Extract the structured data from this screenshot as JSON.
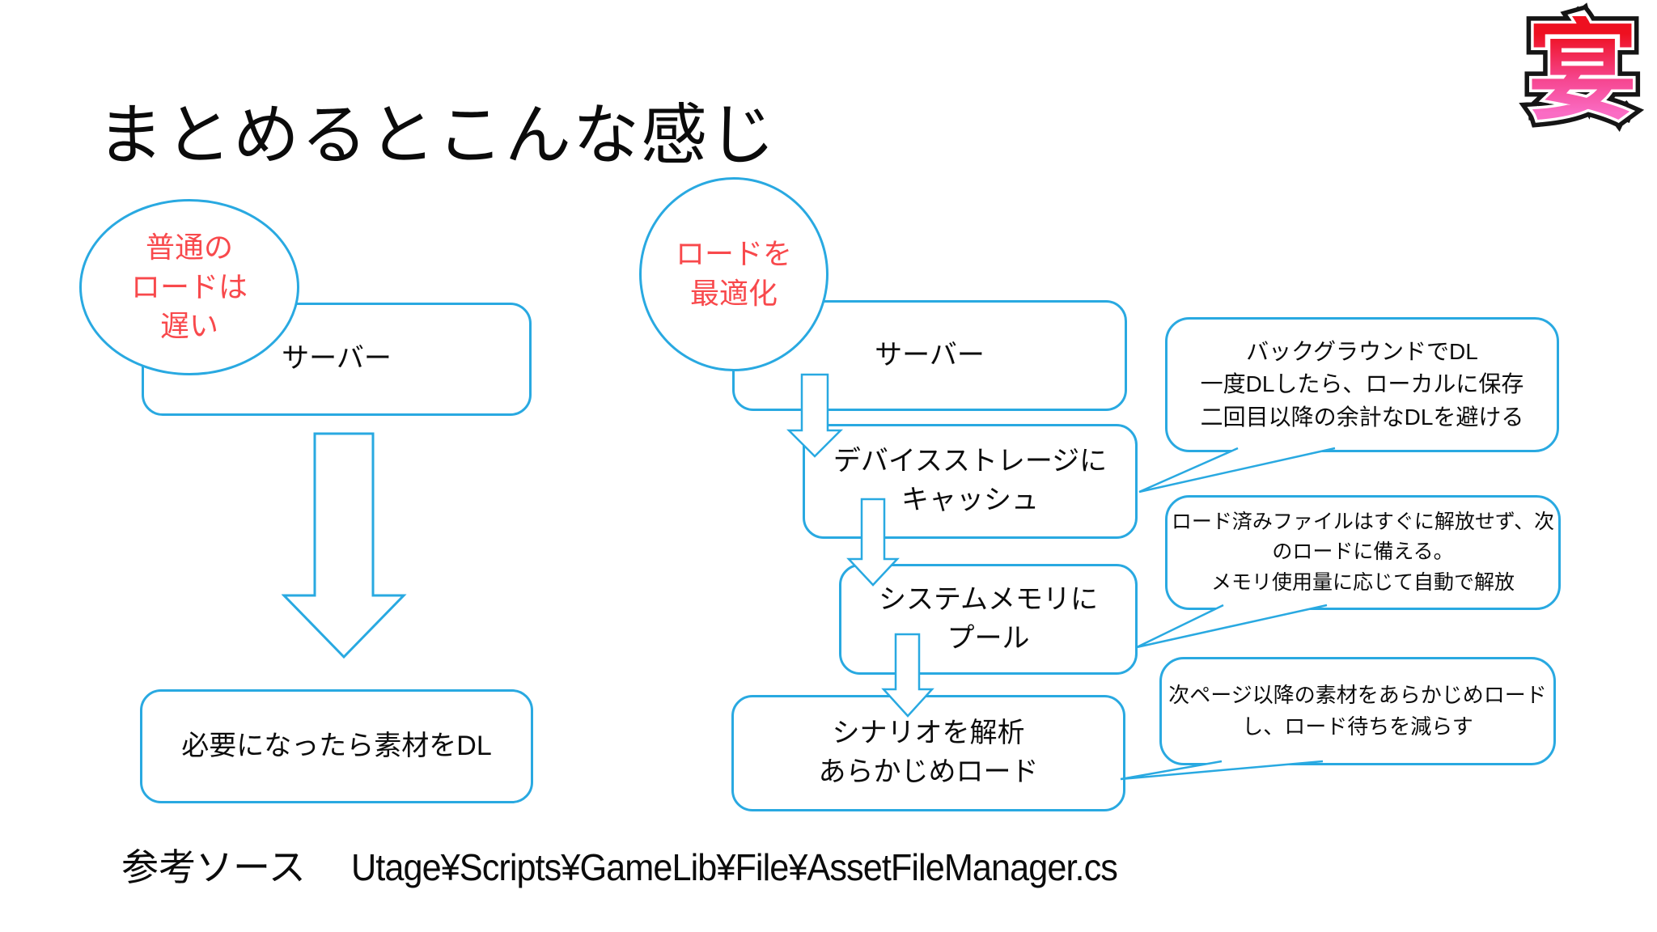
{
  "slide": {
    "title": "まとめるとこんな感じ",
    "logo": {
      "glyph": "宴"
    },
    "footer": {
      "label": "参考ソース",
      "path": "Utage¥Scripts¥GameLib¥File¥AssetFileManager.cs"
    },
    "colors": {
      "outline_blue": "#29A9E1",
      "accent_red": "#F8494C",
      "logo_red": "#EE1020",
      "logo_pink": "#FA6CC4"
    }
  },
  "left_flow": {
    "bubble": "普通の\nロードは\n遅い",
    "steps": [
      {
        "label": "サーバー"
      },
      {
        "label": "必要になったら素材をDL"
      }
    ]
  },
  "right_flow": {
    "bubble": "ロードを\n最適化",
    "steps": [
      {
        "label": "サーバー"
      },
      {
        "label": "デバイスストレージに\nキャッシュ"
      },
      {
        "label": "システムメモリに\nプール"
      },
      {
        "label": "シナリオを解析\nあらかじめロード"
      }
    ]
  },
  "callouts": [
    {
      "text": "バックグラウンドでDL\n一度DLしたら、ローカルに保存\n二回目以降の余計なDLを避ける"
    },
    {
      "text": "ロード済みファイルはすぐに解放せず、次\nのロードに備える。\nメモリ使用量に応じて自動で解放"
    },
    {
      "text": "次ページ以降の素材をあらかじめロード\nし、ロード待ちを減らす"
    }
  ]
}
